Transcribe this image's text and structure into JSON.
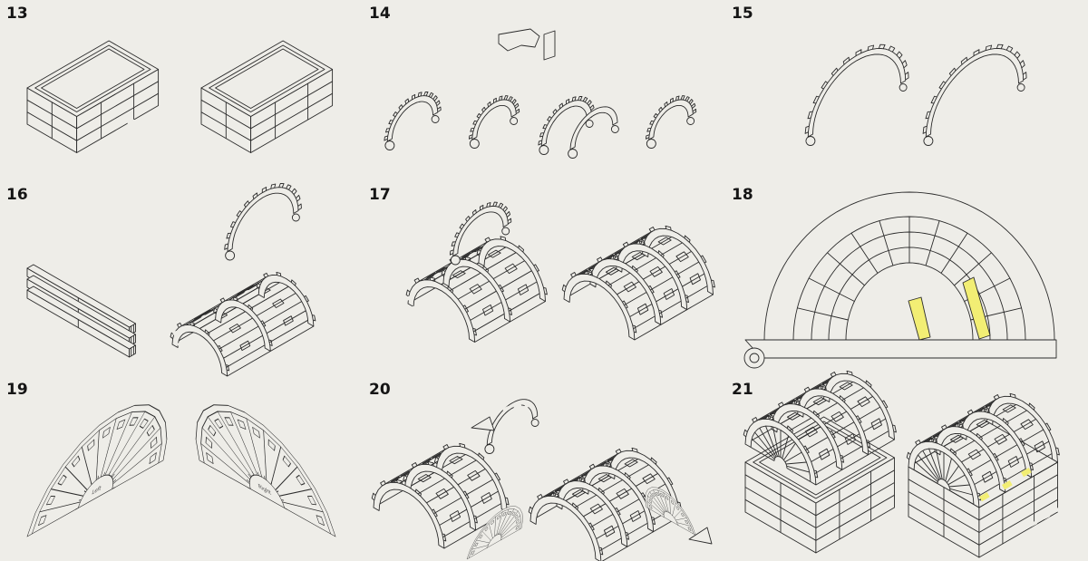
{
  "steps": [
    {
      "number": "13"
    },
    {
      "number": "14"
    },
    {
      "number": "15"
    },
    {
      "number": "16"
    },
    {
      "number": "17"
    },
    {
      "number": "18"
    },
    {
      "number": "19"
    },
    {
      "number": "20"
    },
    {
      "number": "21"
    }
  ],
  "step19": {
    "left_label": "Left",
    "right_label": "Right"
  },
  "colors": {
    "background": "#eeede8",
    "line": "#2b2b2b",
    "highlight": "#f2ee74"
  }
}
